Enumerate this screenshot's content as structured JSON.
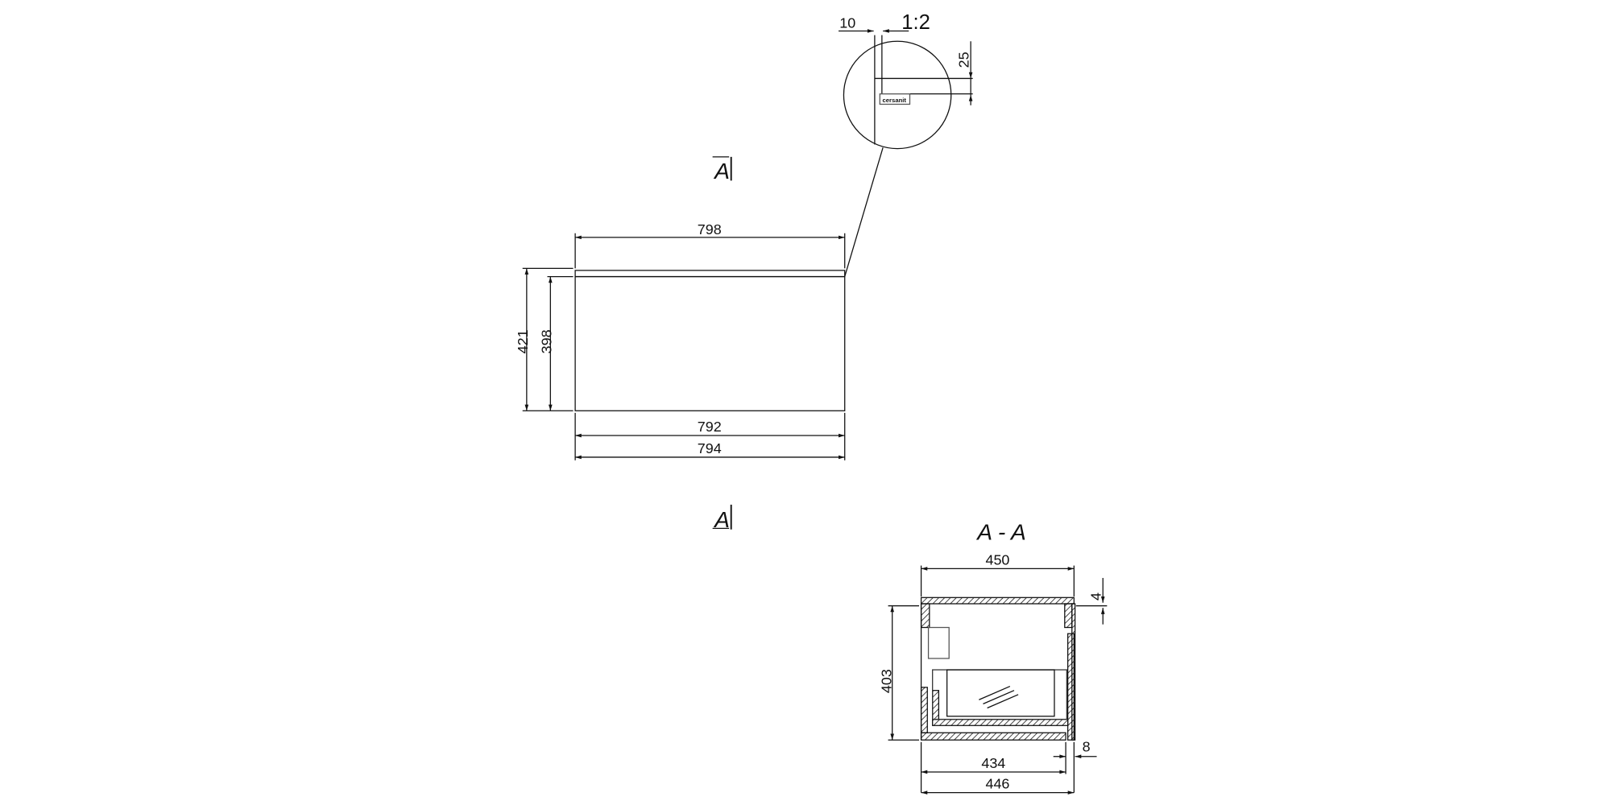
{
  "front_view": {
    "width_top": "798",
    "height_total": "421",
    "height_body": "398",
    "width_inner": "792",
    "width_bottom": "794",
    "section_mark": "A"
  },
  "detail": {
    "scale": "1:2",
    "gap": "10",
    "offset": "25",
    "logo": "cersanit"
  },
  "section": {
    "title": "A - A",
    "width_top": "450",
    "height": "403",
    "top_thickness": "4",
    "back_thickness": "8",
    "width_inner": "434",
    "width_bottom": "446"
  }
}
